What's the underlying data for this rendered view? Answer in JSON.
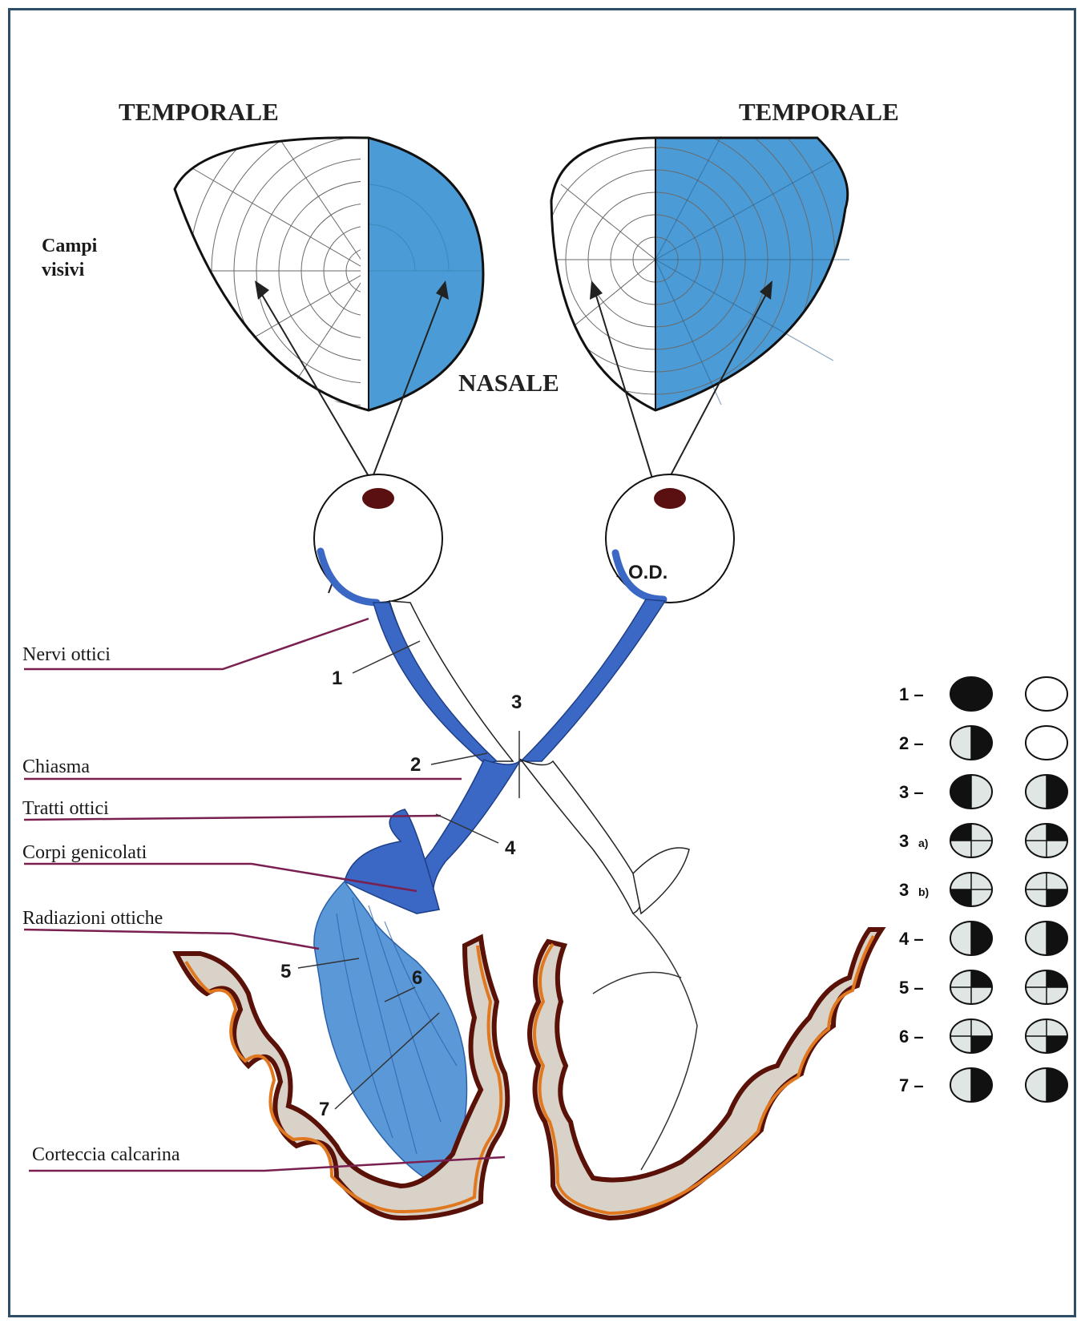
{
  "headings": {
    "temporal_left": "TEMPORALE",
    "temporal_right": "TEMPORALE",
    "nasal": "NASALE",
    "fields_line1": "Campi",
    "fields_line2": "visivi",
    "right_eye": "O.D."
  },
  "structure_labels": [
    "Nervi ottici",
    "Chiasma",
    "Tratti ottici",
    "Corpi genicolati",
    "Radiazioni ottiche",
    "Corteccia calcarina"
  ],
  "pathway_numbers": [
    "1",
    "2",
    "3",
    "4",
    "5",
    "6",
    "7"
  ],
  "legend": [
    {
      "label": "1 –",
      "sub": "",
      "left": "full",
      "right": "none"
    },
    {
      "label": "2 –",
      "sub": "",
      "left": "right-half",
      "right": "none"
    },
    {
      "label": "3 –",
      "sub": "",
      "left": "left-half",
      "right": "right-half"
    },
    {
      "label": "3",
      "sub": "a)",
      "left": "upper-left",
      "right": "upper-right"
    },
    {
      "label": "3",
      "sub": "b)",
      "left": "lower-left",
      "right": "lower-right"
    },
    {
      "label": "4 –",
      "sub": "",
      "left": "right-half",
      "right": "right-half"
    },
    {
      "label": "5 –",
      "sub": "",
      "left": "upper-right",
      "right": "upper-right"
    },
    {
      "label": "6 –",
      "sub": "",
      "left": "lower-right",
      "right": "lower-right"
    },
    {
      "label": "7 –",
      "sub": "",
      "left": "right-half",
      "right": "right-half"
    }
  ],
  "colors": {
    "pathway_blue": "#3a68c4",
    "field_blue": "#4a9bd6",
    "cortex_dark": "#5a1208",
    "cortex_orange": "#e07820",
    "label_line": "#7a2050",
    "lens": "#5a1010"
  }
}
